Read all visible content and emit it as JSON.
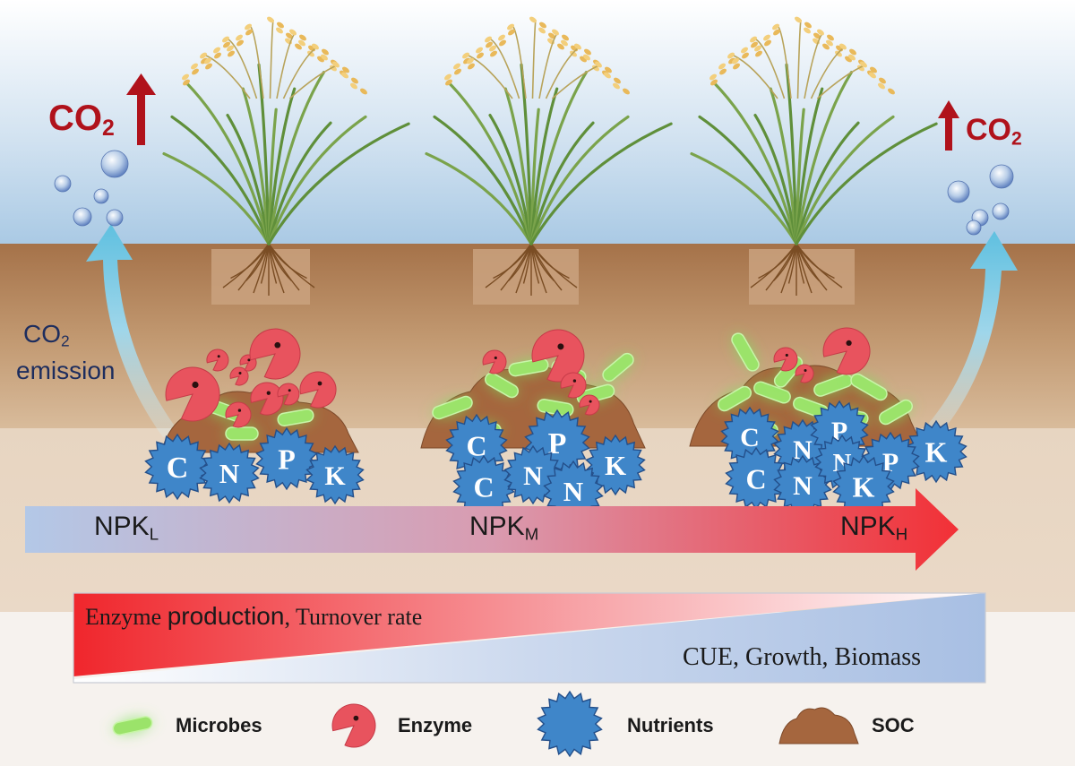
{
  "co2_left": {
    "main": "CO",
    "sub": "2"
  },
  "co2_right": {
    "main": "CO",
    "sub": "2"
  },
  "emission": {
    "line1_main": "CO",
    "line1_sub": "2",
    "line2": "emission"
  },
  "clusters": [
    {
      "nutrients": [
        "C",
        "N",
        "P",
        "K"
      ]
    },
    {
      "nutrients": [
        "C",
        "P",
        "N",
        "C",
        "N",
        "K"
      ]
    },
    {
      "nutrients": [
        "C",
        "N",
        "P",
        "C",
        "N",
        "N",
        "K",
        "P",
        "K"
      ]
    }
  ],
  "npk_levels": [
    {
      "base": "NPK",
      "sub": "L"
    },
    {
      "base": "NPK",
      "sub": "M"
    },
    {
      "base": "NPK",
      "sub": "H"
    }
  ],
  "wedge": {
    "top_serif_1": "Enzyme ",
    "top_sans": "production",
    "top_serif_2": ", Turnover rate",
    "bottom": "CUE, Growth, Biomass"
  },
  "legend": [
    {
      "icon": "microbe-icon",
      "label": "Microbes"
    },
    {
      "icon": "enzyme-icon",
      "label": "Enzyme"
    },
    {
      "icon": "nutrient-icon",
      "label": "Nutrients"
    },
    {
      "icon": "soc-icon",
      "label": "SOC"
    }
  ],
  "colors": {
    "co2": "#b0121b",
    "enzyme": "#e8535e",
    "microbe": "#9be36a",
    "nutrient": "#3f86c9",
    "soc": "#a5663e",
    "arrow_low": "#b4c8e6",
    "arrow_high": "#f0343a"
  }
}
